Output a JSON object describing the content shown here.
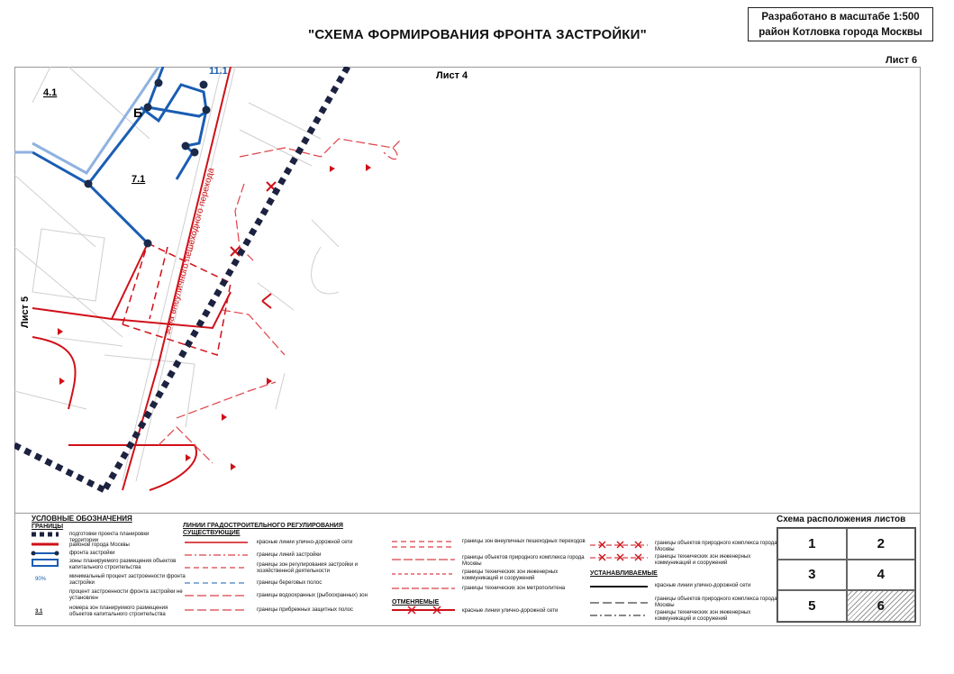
{
  "title": "\"СХЕМА ФОРМИРОВАНИЯ ФРОНТА ЗАСТРОЙКИ\"",
  "stamp": {
    "line1": "Разработано в масштабе 1:500",
    "line2": "район Котловка города Москвы"
  },
  "sheet": "Лист 6",
  "map": {
    "neighbor_top": "Лист 4",
    "neighbor_left": "Лист 5",
    "zone_labels": [
      "4.1",
      "7.1",
      "11.1",
      "Б"
    ],
    "pedestrian_zone": "зона внеуличного пешеходного перехода"
  },
  "legend": {
    "title": "УСЛОВНЫЕ ОБОЗНАЧЕНИЯ",
    "borders_heading": "ГРАНИЦЫ",
    "borders": [
      "подготовки проекта планировки территории",
      "районов города Москвы",
      "фронта застройки",
      "зоны планируемого размещения объектов капитального строительства",
      "минимальный процент застроенности фронта застройки",
      "процент застроенности фронта застройки не установлен",
      "номера зон планируемого размещения объектов капитального строительства"
    ],
    "percent_sample": "90%",
    "zone_number_sample": "3.1",
    "lines_heading": "ЛИНИИ ГРАДОСТРОИТЕЛЬНОГО РЕГУЛИРОВАНИЯ",
    "existing_heading": "СУЩЕСТВУЮЩИЕ",
    "existing": [
      "красные линии улично-дорожной сети",
      "границы линий застройки",
      "границы зон регулирования застройки и хозяйственной деятельности",
      "границы береговых полос",
      "границы водоохранных (рыбоохранных) зон",
      "границы прибрежных защитных полос"
    ],
    "col3": [
      "границы зон внеуличных пешеходных переходов",
      "границы объектов природного комплекса города Москвы",
      "границы технических зон инженерных коммуникаций и сооружений",
      "границы технических зон метрополитена"
    ],
    "cancelled_heading": "ОТМЕНЯЕМЫЕ",
    "cancelled": [
      "красные линии улично-дорожной сети"
    ],
    "col4": [
      "границы объектов природного комплекса города Москвы",
      "границы технических зон инженерных коммуникаций и сооружений"
    ],
    "established_heading": "УСТАНАВЛИВАЕМЫЕ",
    "established": [
      "красные линии улично-дорожной сети",
      "границы объектов природного комплекса города Москвы",
      "границы технических зон инженерных коммуникаций и сооружений"
    ]
  },
  "sheet_scheme": {
    "title": "Схема расположения листов",
    "cells": [
      "1",
      "2",
      "3",
      "4",
      "5",
      "6"
    ],
    "current": "6"
  }
}
